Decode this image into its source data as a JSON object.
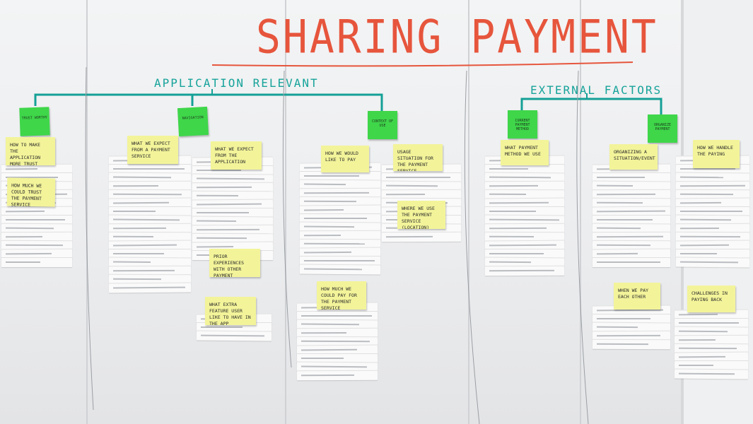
{
  "title": "SHARING PAYMENT",
  "groups": {
    "application": "APPLICATION RELEVANT",
    "external": "EXTERNAL FACTORS"
  },
  "category_notes": {
    "trust": "TRUST WORTHY",
    "navigation": "NAVIGATION",
    "context": "CONTEXT OF USE",
    "current_payment": "CURRENT PAYMENT METHOD",
    "organize": "ORGANIZE PAYMENT"
  },
  "question_notes": [
    "HOW TO MAKE THE APPLICATION MORE TRUST WORTHY",
    "HOW MUCH WE COULD TRUST THE PAYMENT SERVICE",
    "WHAT WE EXPECT FROM A PAYMENT SERVICE",
    "WHAT WE EXPECT FROM THE APPLICATION",
    "PRIOR EXPERIENCES WITH OTHER PAYMENT SERVICES",
    "WHAT EXTRA FEATURE USER LIKE TO HAVE IN THE APP",
    "HOW WE WOULD LIKE TO PAY",
    "HOW MUCH WE COULD PAY FOR THE PAYMENT SERVICE",
    "USAGE SITUATION FOR THE PAYMENT SERVICE",
    "WHERE WE USE THE PAYMENT SERVICE (LOCATION)",
    "WHAT PAYMENT METHOD WE USE",
    "ORGANIZING A SITUATION/EVENT",
    "WHEN WE PAY EACH OTHER",
    "HOW WE HANDLE THE PAYING",
    "CHALLENGES IN PAYING BACK"
  ]
}
